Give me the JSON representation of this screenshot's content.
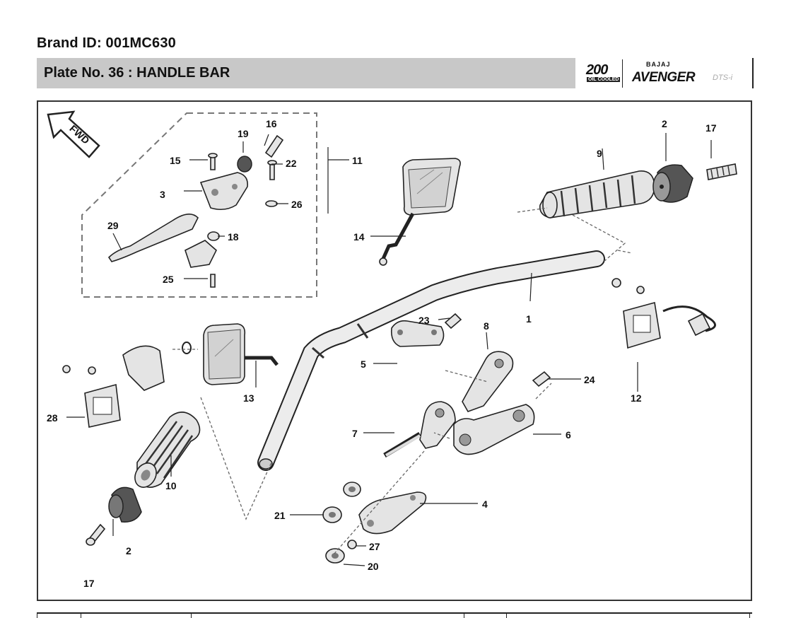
{
  "header": {
    "brand_id": "Brand ID: 001MC630",
    "plate_title": "Plate No.  36  : HANDLE BAR"
  },
  "logos": {
    "badge_number": "200",
    "badge_sub": "OIL COOLED",
    "maker": "BAJAJ",
    "model": "AVENGER",
    "variant": "DTS-i"
  },
  "diagram": {
    "fwd_label": "FWD",
    "callouts": {
      "c1": "1",
      "c2a": "2",
      "c2b": "2",
      "c3": "3",
      "c4": "4",
      "c5": "5",
      "c6": "6",
      "c7": "7",
      "c8": "8",
      "c9": "9",
      "c10": "10",
      "c11": "11",
      "c12": "12",
      "c13": "13",
      "c14": "14",
      "c15": "15",
      "c16": "16",
      "c17a": "17",
      "c17b": "17",
      "c18": "18",
      "c19": "19",
      "c20": "20",
      "c21": "21",
      "c22": "22",
      "c23": "23",
      "c24": "24",
      "c25": "25",
      "c26": "26",
      "c27": "27",
      "c28": "28",
      "c29": "29"
    }
  }
}
